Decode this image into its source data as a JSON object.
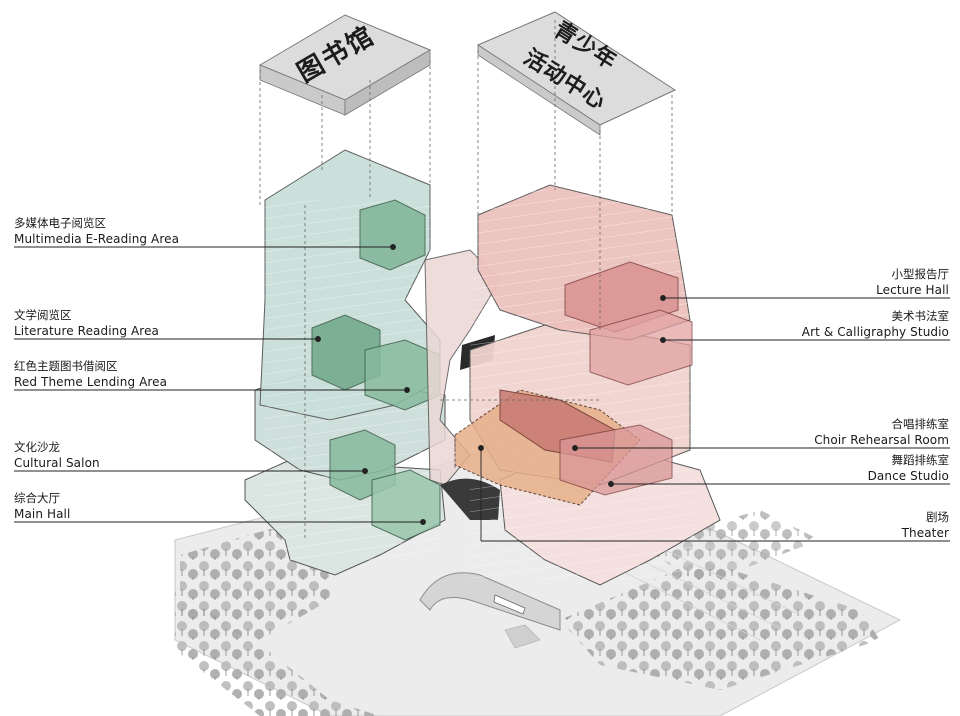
{
  "signs": {
    "library": "图书馆",
    "youth_line1": "青少年",
    "youth_line2": "活动中心"
  },
  "labels_left": [
    {
      "zh": "多媒体电子阅览区",
      "en": "Multimedia E-Reading Area"
    },
    {
      "zh": "文学阅览区",
      "en": "Literature Reading Area"
    },
    {
      "zh": "红色主题图书借阅区",
      "en": "Red Theme Lending Area"
    },
    {
      "zh": "文化沙龙",
      "en": "Cultural Salon"
    },
    {
      "zh": "综合大厅",
      "en": "Main Hall"
    }
  ],
  "labels_right": [
    {
      "zh": "小型报告厅",
      "en": "Lecture Hall"
    },
    {
      "zh": "美术书法室",
      "en": "Art & Calligraphy Studio"
    },
    {
      "zh": "合唱排练室",
      "en": "Choir Rehearsal Room"
    },
    {
      "zh": "舞蹈排练室",
      "en": "Dance Studio"
    },
    {
      "zh": "剧场",
      "en": "Theater"
    }
  ],
  "colors": {
    "library_volume": "#cfe3df",
    "library_highlight": "#7fb596",
    "youth_volume": "#f1c9c6",
    "youth_highlight": "#d98f8f",
    "theater": "#e6b08a",
    "site": "#e9e9e9",
    "trees": "#9a9a9a"
  }
}
